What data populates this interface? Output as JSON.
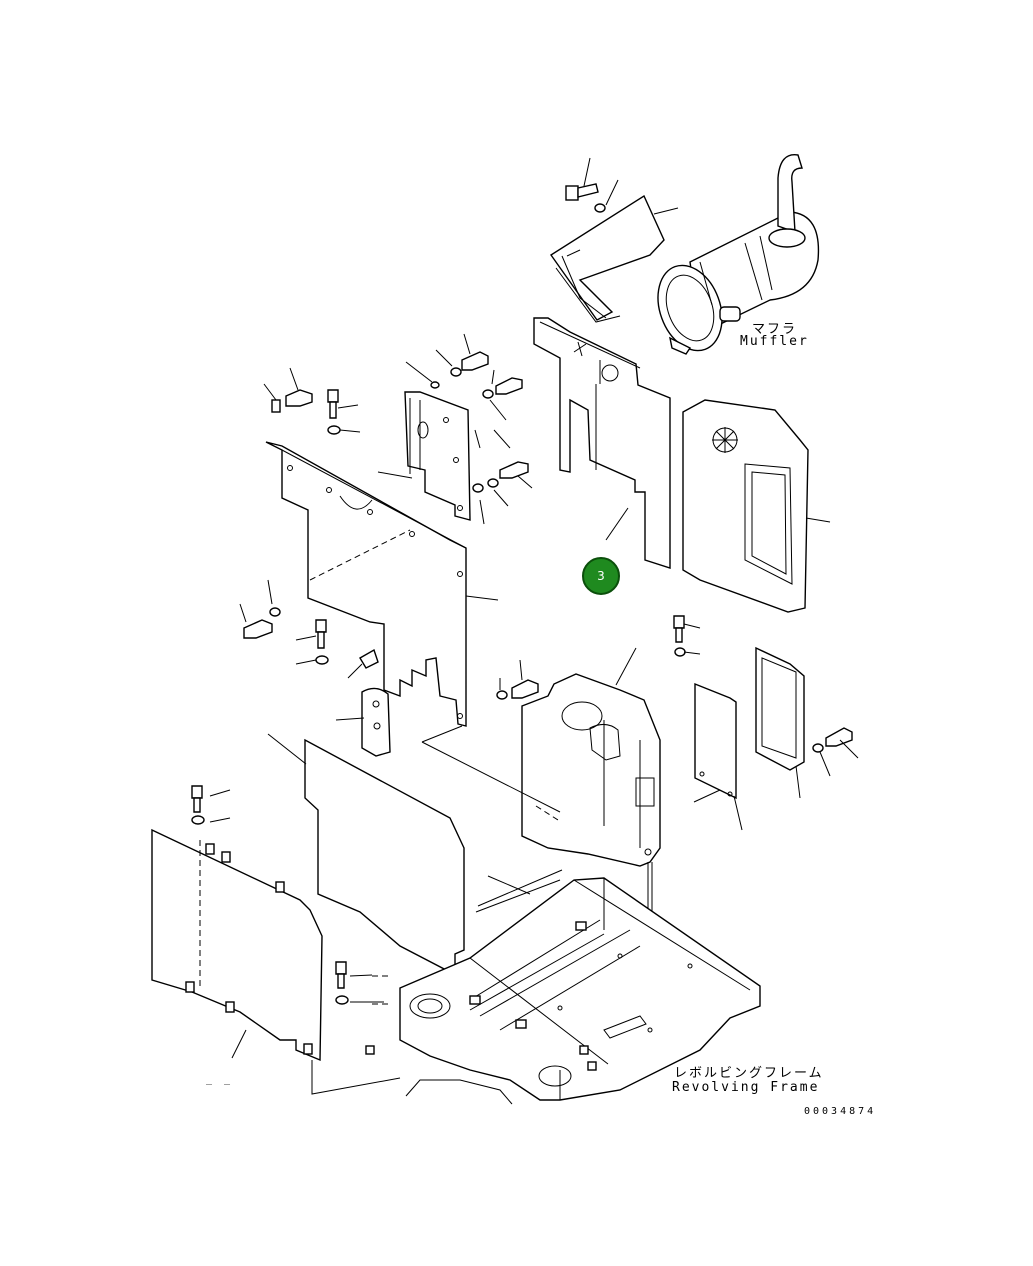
{
  "labels": {
    "muffler_jp": "マフラ",
    "muffler_en": "Muffler",
    "frame_jp": "レボルビングフレーム",
    "frame_en": "Revolving Frame",
    "drawing_number": "00034874",
    "dash_mark": "_ _"
  },
  "hotspots": [
    {
      "number": "3",
      "color": "#1f8a1f"
    }
  ],
  "icons": [
    "bolt-icon",
    "washer-icon"
  ]
}
